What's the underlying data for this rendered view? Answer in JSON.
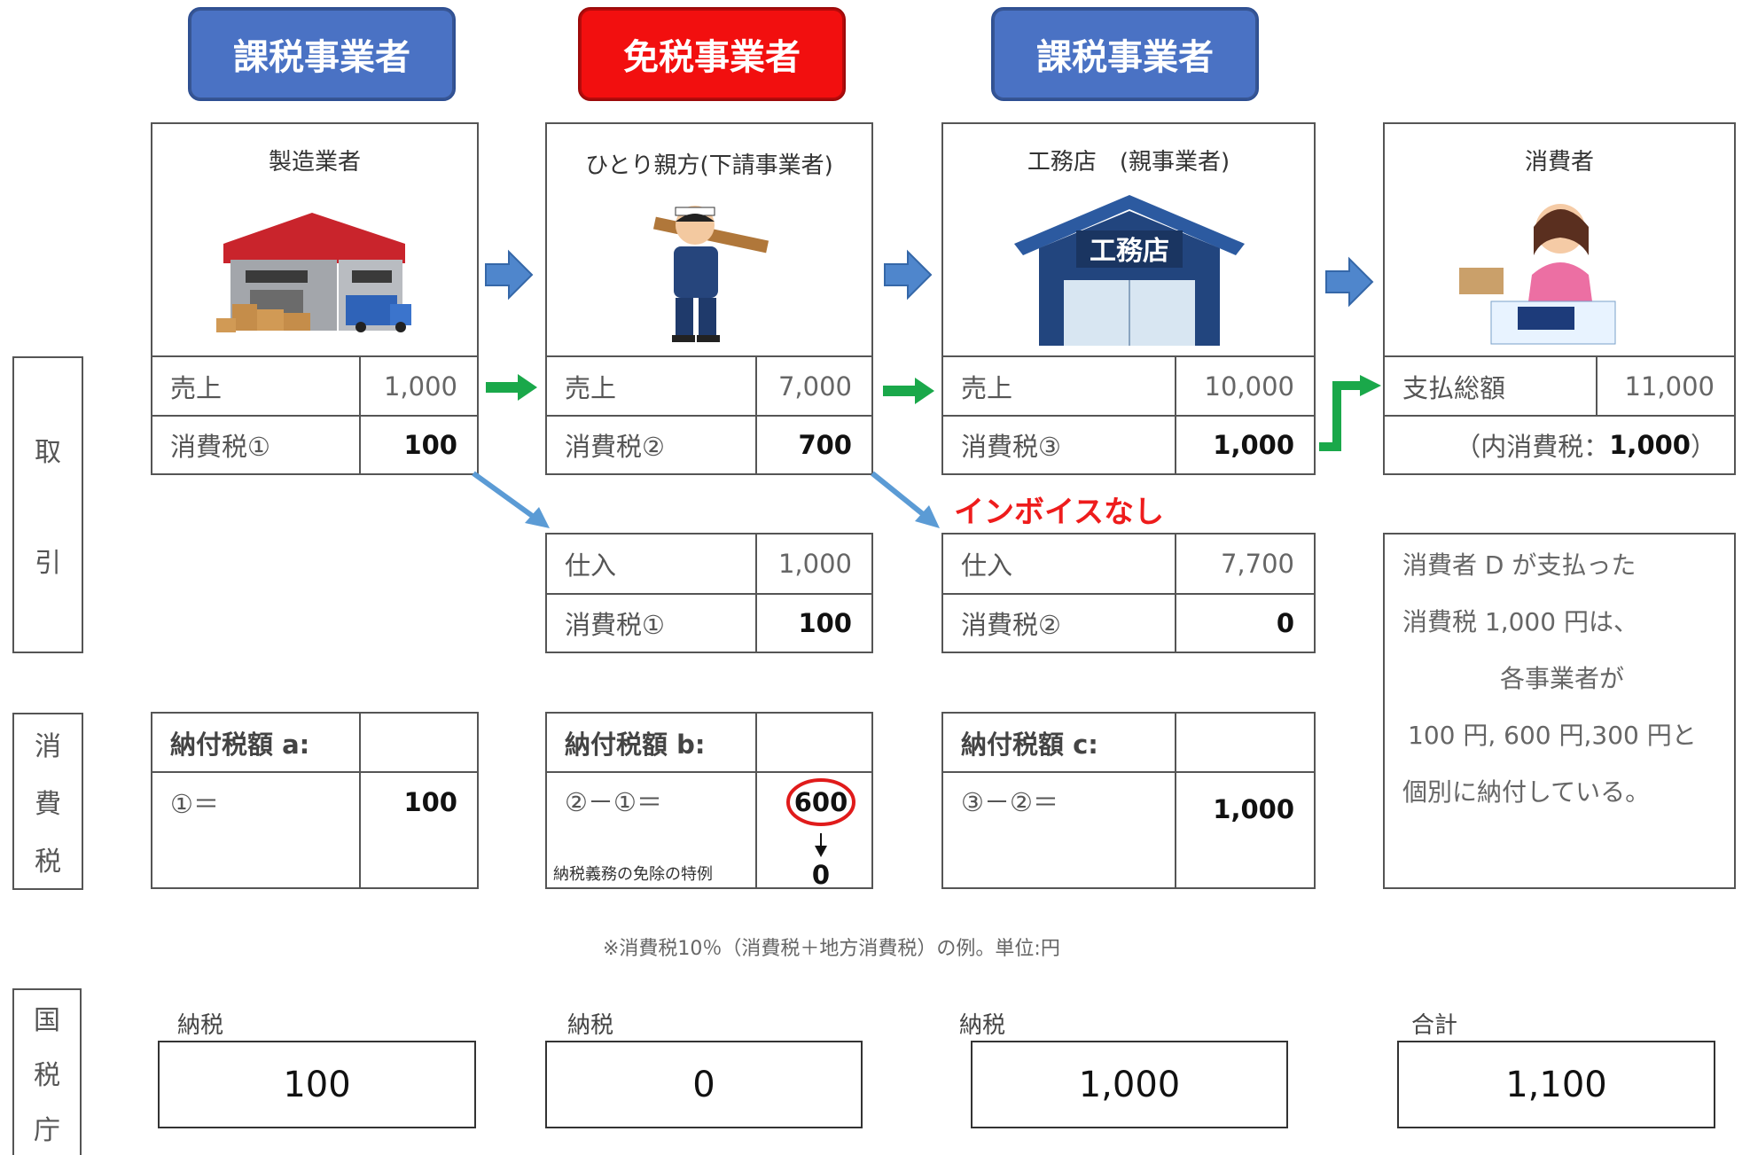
{
  "badges": {
    "left": "課税事業者",
    "middle": "免税事業者",
    "right": "課税事業者"
  },
  "parties": {
    "manufacturer": "製造業者",
    "subcontractor": "ひとり親方(下請事業者)",
    "contractor": "工務店　(親事業者)",
    "consumer": "消費者",
    "shop_sign": "工務店"
  },
  "side_labels": {
    "torihiki": [
      "取",
      "引"
    ],
    "shohizei": [
      "消",
      "費",
      "税"
    ],
    "kokuzeicho": [
      "国",
      "税",
      "庁"
    ]
  },
  "sales": {
    "manufacturer": {
      "label": "売上",
      "amount": "1,000",
      "tax_label": "消費税①",
      "tax": "100"
    },
    "subcontractor": {
      "label": "売上",
      "amount": "7,000",
      "tax_label": "消費税②",
      "tax": "700"
    },
    "contractor": {
      "label": "売上",
      "amount": "10,000",
      "tax_label": "消費税③",
      "tax": "1,000"
    },
    "consumer": {
      "label": "支払総額",
      "amount": "11,000",
      "tax_note_prefix": "（内消費税：",
      "tax_note_value": "1,000",
      "tax_note_suffix": "）"
    }
  },
  "no_invoice": "インボイスなし",
  "purchases": {
    "subcontractor": {
      "label": "仕入",
      "amount": "1,000",
      "tax_label": "消費税①",
      "tax": "100"
    },
    "contractor": {
      "label": "仕入",
      "amount": "7,700",
      "tax_label": "消費税②",
      "tax": "0"
    }
  },
  "payments": {
    "a": {
      "label": "納付税額 a:",
      "formula": "①＝",
      "value": "100"
    },
    "b": {
      "label": "納付税額 b:",
      "formula": "②－①＝",
      "value": "600",
      "exemption": "納税義務の免除の特例",
      "after": "0"
    },
    "c": {
      "label": "納付税額 c:",
      "formula": "③－②＝",
      "value": "1,000"
    }
  },
  "explanation": [
    "消費者 D が支払った",
    "消費税 1,000 円は、",
    "各事業者が",
    "100 円, 600 円,300 円と",
    "個別に納付している。"
  ],
  "footnote": "※消費税10％（消費税＋地方消費税）の例。単位:円",
  "national_tax": {
    "label1": "納税",
    "value1": "100",
    "label2": "納税",
    "value2": "0",
    "label3": "納税",
    "value3": "1,000",
    "label_total": "合計",
    "value_total": "1,100"
  },
  "colors": {
    "badge_blue": "#4a72c4",
    "badge_red": "#f20f0f",
    "arrow_blue": "#4f86cc",
    "arrow_green": "#1aa84a",
    "alert_red": "#ee1c1c"
  }
}
